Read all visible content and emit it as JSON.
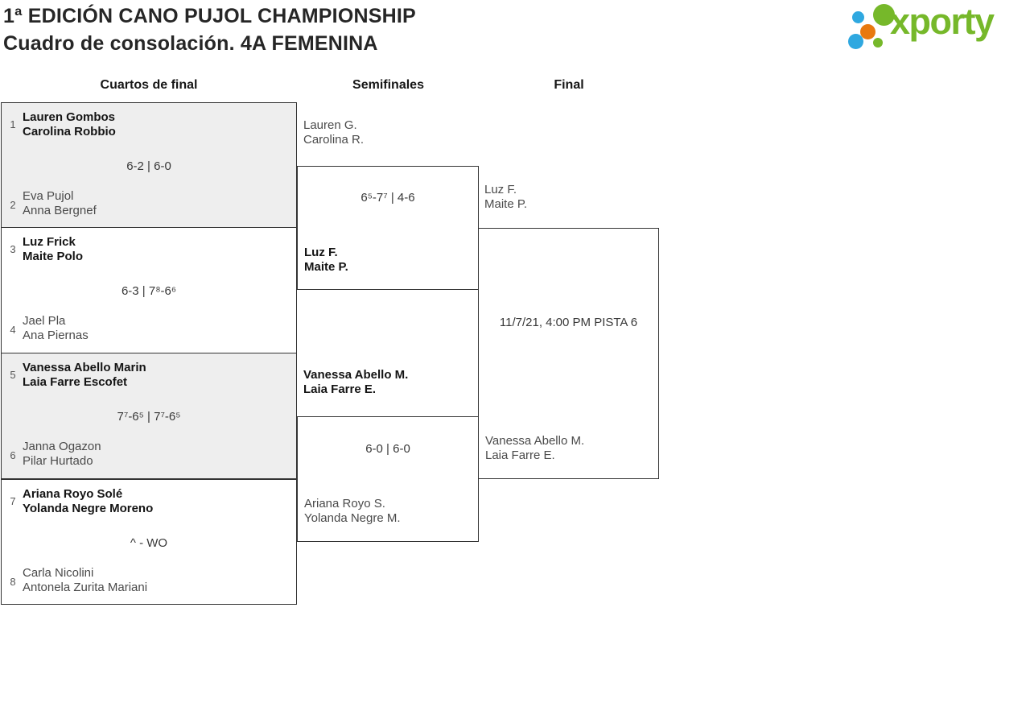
{
  "header": {
    "title": "1ª EDICIÓN CANO PUJOL CHAMPIONSHIP",
    "subtitle": "Cuadro de consolación. 4A FEMENINA"
  },
  "logo": {
    "text": "xporty",
    "colors": {
      "green": "#76b82a",
      "blue": "#2fa8e0",
      "orange": "#e8790f"
    }
  },
  "rounds": {
    "quarterfinals_label": "Cuartos de final",
    "semifinals_label": "Semifinales",
    "final_label": "Final"
  },
  "quarterfinals": [
    {
      "seed_top": "1",
      "team_top": [
        "Lauren Gombos",
        "Carolina Robbio"
      ],
      "top_winner": true,
      "score": "6-2 | 6-0",
      "seed_bottom": "2",
      "team_bottom": [
        "Eva Pujol",
        "Anna Bergnef"
      ],
      "bottom_winner": false
    },
    {
      "seed_top": "3",
      "team_top": [
        "Luz Frick",
        "Maite Polo"
      ],
      "top_winner": true,
      "score": "6-3 | 7⁸-6⁶",
      "seed_bottom": "4",
      "team_bottom": [
        "Jael Pla",
        "Ana Piernas"
      ],
      "bottom_winner": false
    },
    {
      "seed_top": "5",
      "team_top": [
        "Vanessa Abello Marin",
        "Laia Farre Escofet"
      ],
      "top_winner": true,
      "score": "7⁷-6⁵ | 7⁷-6⁵",
      "seed_bottom": "6",
      "team_bottom": [
        "Janna Ogazon",
        "Pilar Hurtado"
      ],
      "bottom_winner": false
    },
    {
      "seed_top": "7",
      "team_top": [
        "Ariana Royo Solé",
        "Yolanda Negre Moreno"
      ],
      "top_winner": true,
      "score": "^ - WO",
      "seed_bottom": "8",
      "team_bottom": [
        "Carla Nicolini",
        "Antonela Zurita Mariani"
      ],
      "bottom_winner": false
    }
  ],
  "semifinals": [
    {
      "team_top": [
        "Lauren G.",
        "Carolina R."
      ],
      "top_winner": false,
      "score": "6⁵-7⁷ | 4-6",
      "team_bottom": [
        "Luz F.",
        "Maite P."
      ],
      "bottom_winner": true
    },
    {
      "team_top": [
        "Vanessa Abello M.",
        "Laia Farre E."
      ],
      "top_winner": true,
      "score": "6-0 | 6-0",
      "team_bottom": [
        "Ariana Royo S.",
        "Yolanda Negre M."
      ],
      "bottom_winner": false
    }
  ],
  "final": {
    "team_top": [
      "Luz F.",
      "Maite P."
    ],
    "top_winner": false,
    "match_info": "11/7/21, 4:00 PM PISTA 6",
    "team_bottom": [
      "Vanessa Abello M.",
      "Laia Farre E."
    ],
    "bottom_winner": false
  }
}
